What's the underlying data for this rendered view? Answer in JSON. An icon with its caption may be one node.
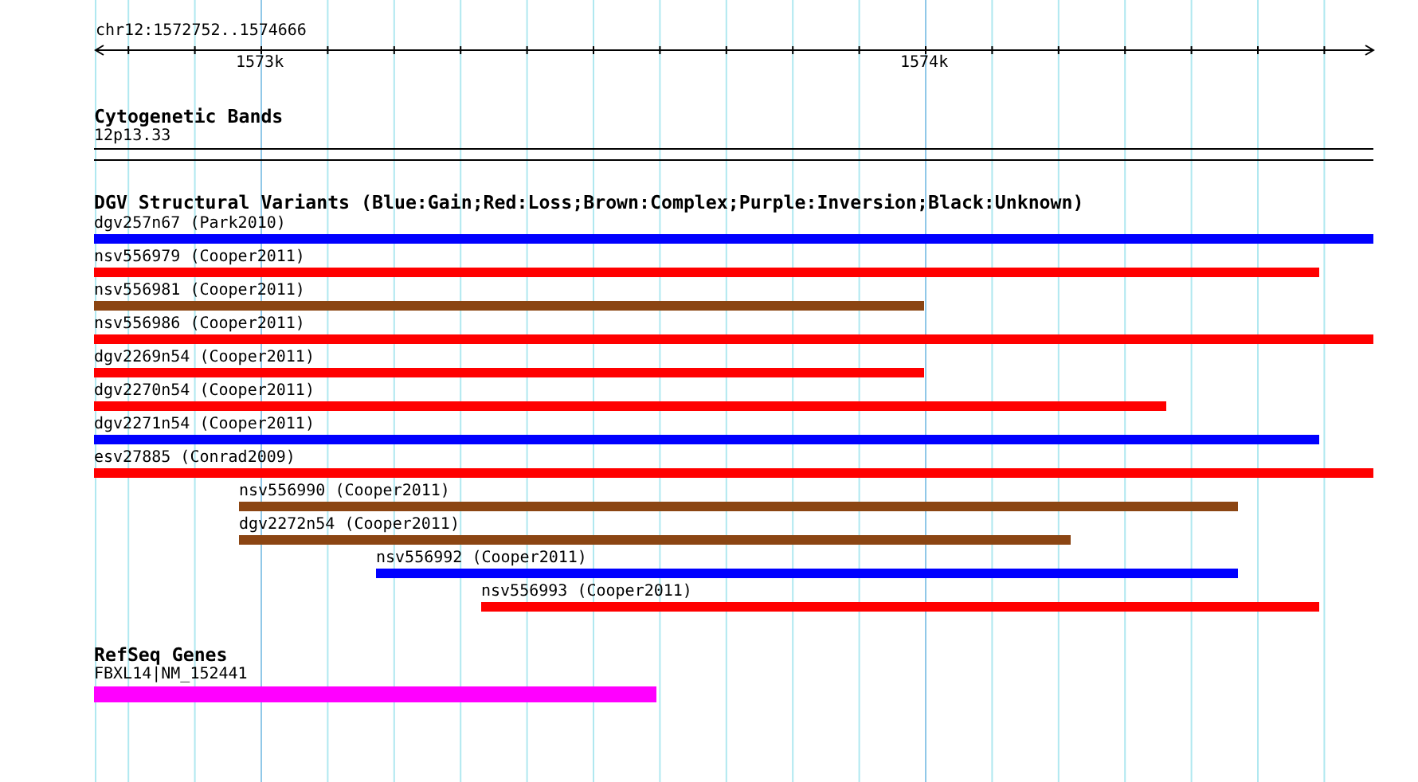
{
  "diagram": {
    "nodes": [
      {
        "text": [
          "12p13.33"
        ]
      },
      {
        "text": [
          "dgv257n67 (Park2010)"
        ]
      },
      {
        "text": [
          "nsv556979 (Cooper2011)"
        ]
      },
      {
        "text": [
          "nsv556981 (Cooper2011)"
        ]
      },
      {
        "text": [
          "nsv556986 (Cooper2011)"
        ]
      },
      {
        "text": [
          "dgv2269n54 (Cooper2011)"
        ]
      },
      {
        "text": [
          "dgv2270n54 (Cooper2011)"
        ]
      },
      {
        "text": [
          "dgv2271n54 (Cooper2011)"
        ]
      },
      {
        "text": [
          "esv27885 (Conrad2009)"
        ]
      },
      {
        "text": [
          "nsv556990 (Cooper2011)"
        ]
      },
      {
        "text": [
          "dgv2272n54 (Cooper2011)"
        ]
      },
      {
        "text": [
          "nsv556992 (Cooper2011)"
        ]
      },
      {
        "text": [
          "nsv556993 (Cooper2011)"
        ]
      },
      {
        "text": [
          "FBXL14|NM_152441"
        ]
      }
    ],
    "labels": [
      "chr12:1572752..1574666",
      "1573k",
      "1574k",
      "Cytogenetic Bands",
      "DGV Structural Variants (Blue:Gain;Red:Loss;Brown:Complex;Purple:Inversion;Black:Unknown)",
      "RefSeq Genes"
    ]
  }
}
